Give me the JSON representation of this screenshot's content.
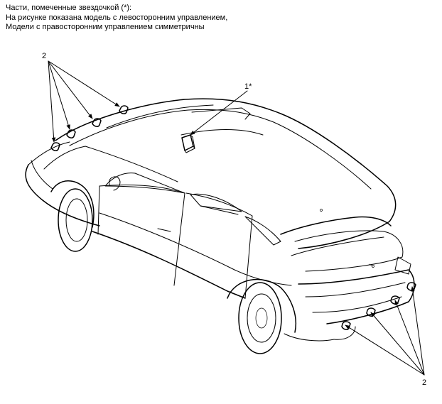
{
  "notes": {
    "line1": "Части, помеченные звездочкой (*):",
    "line2": "На рисунке показана модель с левосторонним управлением,",
    "line3": "Модели с правосторонним управлением симметричны"
  },
  "callouts": {
    "front_sensors": "2",
    "module": "1*",
    "rear_sensors": "2"
  },
  "icons": [
    "parking-sensor-icon",
    "ultrasonic-module-icon",
    "arrow-icon"
  ]
}
